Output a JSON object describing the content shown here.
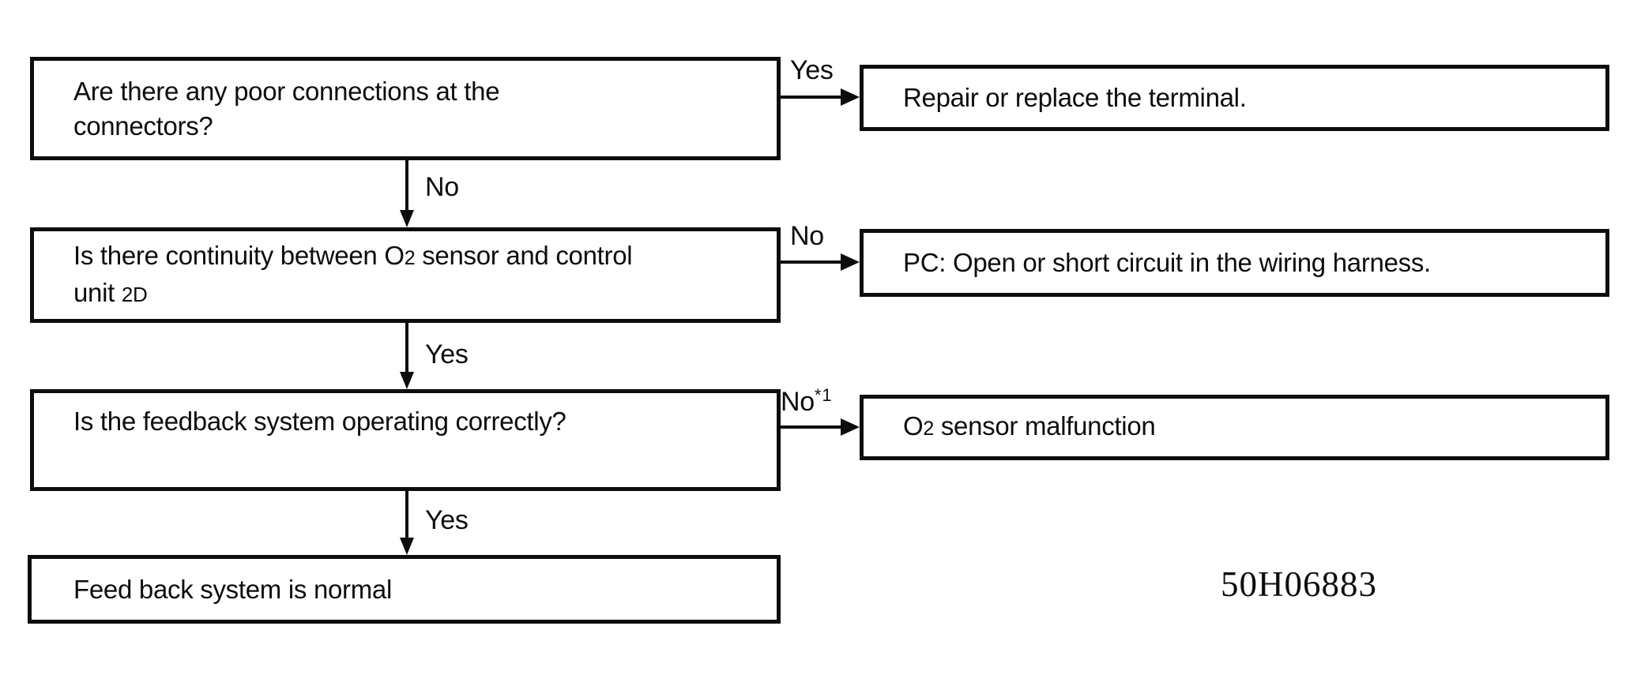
{
  "figure": {
    "code": "50H06883",
    "questions": [
      {
        "lines": [
          "Are there any poor connections at the",
          "connectors?"
        ]
      },
      {
        "line1_pre": "Is there continuity between O",
        "line1_sub": "2",
        "line1_post": " sensor and control",
        "line2_pre": "unit ",
        "line2_ref": "2D"
      },
      {
        "text": "Is the feedback system operating correctly?"
      },
      {
        "text": "Feed back system is normal"
      }
    ],
    "answers": [
      {
        "text": "Repair or replace the terminal."
      },
      {
        "text": "PC: Open or short circuit in the wiring harness."
      },
      {
        "pre": "O",
        "sub": "2",
        "post": " sensor malfunction"
      }
    ],
    "labels": {
      "yes1": "Yes",
      "no1": "No",
      "no2": "No",
      "yes2": "Yes",
      "no3": "No",
      "no3_sup": "*1",
      "yes3": "Yes"
    }
  },
  "colors": {
    "ink": "#0d0d0d",
    "paper": "#ffffff"
  }
}
